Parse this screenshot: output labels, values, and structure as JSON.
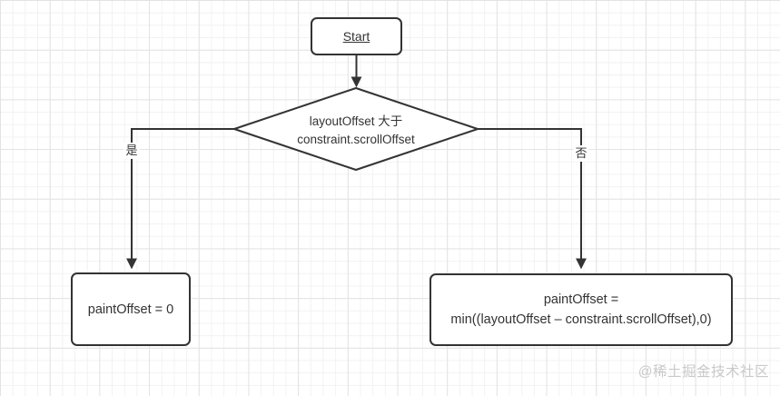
{
  "nodes": {
    "start": {
      "label": "Start"
    },
    "decision": {
      "line1": "layoutOffset 大于",
      "line2": "constraint.scrollOffset"
    },
    "paint_offset_zero": {
      "label": "paintOffset = 0"
    },
    "paint_offset_min": {
      "line1": "paintOffset =",
      "line2": "min((layoutOffset – constraint.scrollOffset),0)"
    }
  },
  "branches": {
    "yes": "是",
    "no": "否"
  },
  "watermark": {
    "text": "@稀土掘金技术社区"
  },
  "colors": {
    "stroke": "#333333",
    "text": "#333333",
    "background": "#ffffff",
    "grid_minor": "#f2f2f2",
    "grid_major": "#e3e3e3",
    "watermark": "#c9c9c9"
  }
}
